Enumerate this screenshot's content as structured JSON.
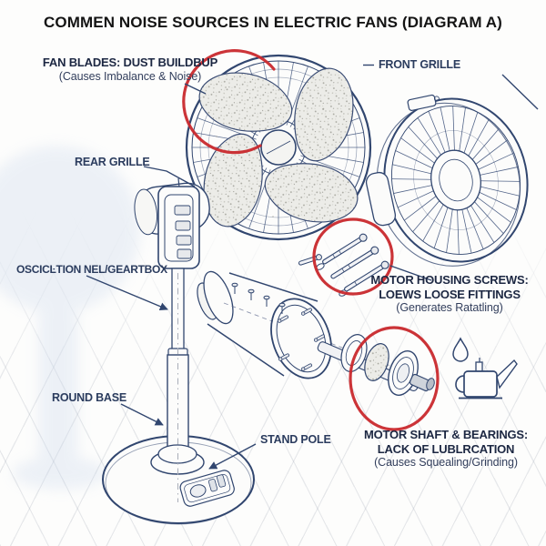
{
  "title": "COMMEN NOISE SOURCES IN ELECTRIC FANS (DIAGRAM A)",
  "labels": {
    "fan_blades": {
      "line1": "FAN BLADES: DUST BUILDBUP",
      "line2": "(Causes Imbalance & Noise)"
    },
    "front_grille": {
      "text": "FRONT GRILLE"
    },
    "rear_grille": {
      "text": "REAR GRILLE"
    },
    "oscillation": {
      "text": "OSCICĿTION NEL/GEARTBOX"
    },
    "motor_screws": {
      "line1": "MOTOR HOUSING SCREWS:",
      "line2": "LOEWS LOOSE FITTINGS",
      "line3": "(Generates Ratatling)"
    },
    "round_base": {
      "text": "ROUND BASE"
    },
    "stand_pole": {
      "text": "STAND POLE"
    },
    "motor_shaft": {
      "line1": "MOTOR SHAFT & BEARINGS:",
      "line2": "LACK OF LUBLRCATION",
      "line3": "(Causes Squealing/Grinding)"
    }
  },
  "icons": {
    "oil_can": "oil-can-icon",
    "oil_drop": "oil-drop-icon"
  },
  "colors": {
    "line_navy": "#31466f",
    "annotation_red": "#c9292d",
    "label_navy": "#2b3c5e",
    "title_black": "#141414"
  }
}
